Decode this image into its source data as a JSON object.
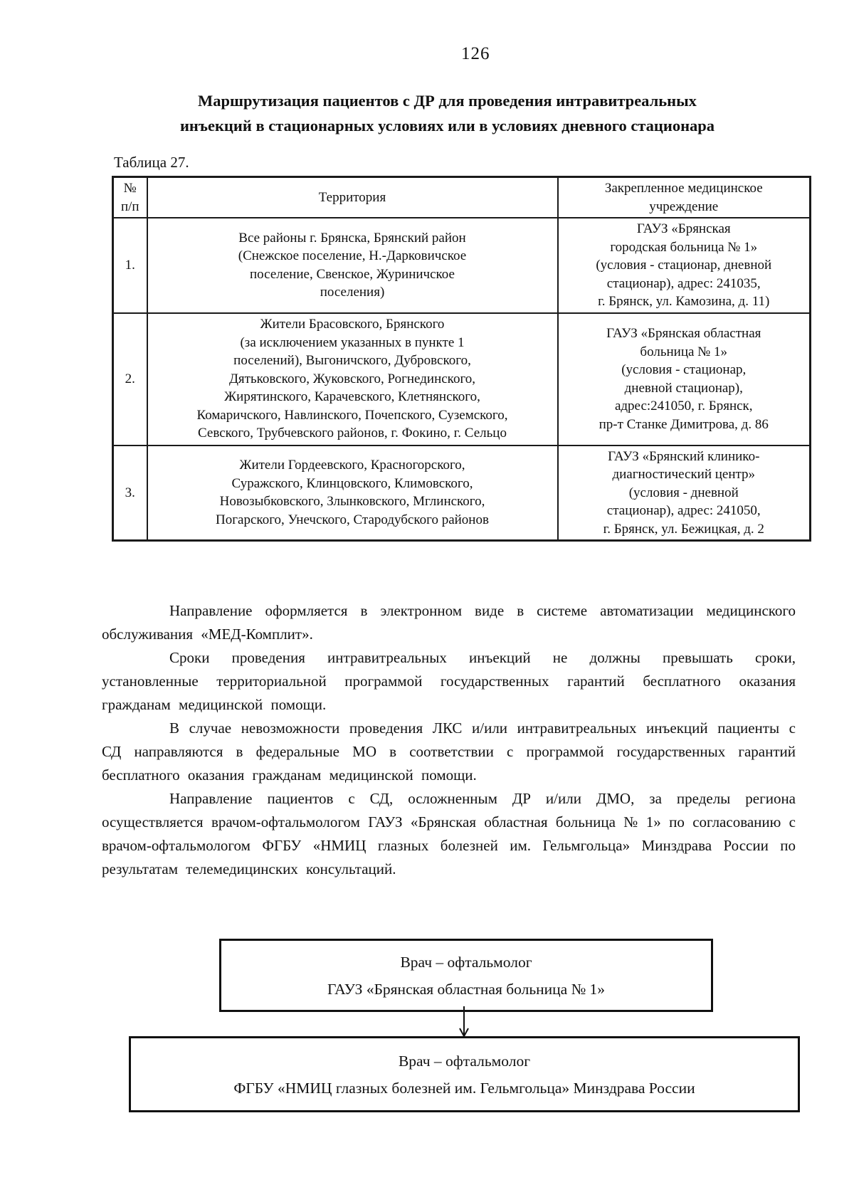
{
  "page": {
    "number": "126"
  },
  "title": {
    "lines": [
      "Маршрутизация пациентов с ДР для проведения интравитреальных",
      "инъекций в стационарных условиях или в условиях дневного стационара"
    ]
  },
  "table": {
    "caption": "Таблица 27.",
    "headers": {
      "num": [
        "№",
        "п/п"
      ],
      "territory": "Территория",
      "institution": [
        "Закрепленное медицинское",
        "учреждение"
      ]
    },
    "rows": [
      {
        "num": "1.",
        "territory": [
          "Все районы г. Брянска, Брянский район",
          "(Снежское поселение, Н.-Дарковичское",
          "поселение, Свенское, Журиничское",
          "поселения)"
        ],
        "institution": [
          "ГАУЗ «Брянская",
          "городская больница № 1»",
          "(условия - стационар, дневной",
          "стационар), адрес: 241035,",
          "г. Брянск, ул. Камозина, д. 11)"
        ]
      },
      {
        "num": "2.",
        "territory": [
          "Жители Брасовского, Брянского",
          "(за исключением указанных в пункте 1",
          "поселений), Выгоничского, Дубровского,",
          "Дятьковского, Жуковского, Рогнединского,",
          "Жирятинского, Карачевского, Клетнянского,",
          "Комаричского, Навлинского, Почепского, Суземского,",
          "Севского, Трубчевского районов, г. Фокино, г. Сельцо"
        ],
        "institution": [
          "ГАУЗ «Брянская областная",
          "больница № 1»",
          "(условия - стационар,",
          "дневной стационар),",
          "адрес:241050, г. Брянск,",
          "пр-т Станке Димитрова, д. 86"
        ]
      },
      {
        "num": "3.",
        "territory": [
          "Жители Гордеевского, Красногорского,",
          "Суражского, Клинцовского, Климовского,",
          "Новозыбковского, Злынковского, Мглинского,",
          "Погарского, Унечского, Стародубского районов"
        ],
        "institution": [
          "ГАУЗ «Брянский клинико-",
          "диагностический центр»",
          "(условия - дневной",
          "стационар), адрес: 241050,",
          "г. Брянск, ул. Бежицкая, д. 2"
        ]
      }
    ]
  },
  "paragraphs": [
    "Направление оформляется в электронном виде в системе автоматизации медицинского обслуживания «МЕД-Комплит».",
    "Сроки проведения интравитреальных инъекций не должны превышать сроки, установленные территориальной программой государственных гарантий бесплатного оказания гражданам медицинской помощи.",
    "В случае невозможности проведения ЛКС и/или интравитреальных инъекций пациенты с СД направляются в федеральные МО в соответствии с программой государственных гарантий бесплатного оказания гражданам медицинской помощи.",
    "Направление пациентов с СД, осложненным ДР и/или ДМО, за пределы региона осуществляется врачом-офтальмологом ГАУЗ «Брянская областная больница № 1» по согласованию с врачом-офтальмологом ФГБУ «НМИЦ глазных болезней им. Гельмгольца» Минздрава России по результатам телемедицинских консультаций."
  ],
  "flowchart": {
    "box_regional": [
      "Врач – офтальмолог",
      "ГАУЗ «Брянская областная больница № 1»"
    ],
    "arrow_icon": "down-arrow",
    "box_federal": [
      "Врач – офтальмолог",
      "ФГБУ «НМИЦ глазных болезней им. Гельмгольца» Минздрава России"
    ]
  },
  "colors": {
    "background": "#ffffff",
    "text": "#111111",
    "border": "#1a1a1a"
  }
}
